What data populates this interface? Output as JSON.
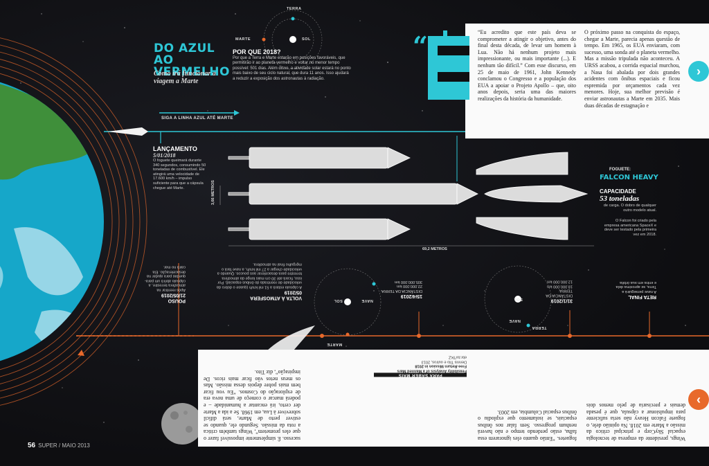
{
  "header": {
    "title": "DO AZUL AO VERMELHO",
    "subtitle": "Como irá funcionar a viagem a Marte"
  },
  "why": {
    "title": "POR QUE 2018?",
    "text": "Por que a Terra e Marte estarão em posições favoráveis, que permitirão ir ao planeta vermelho e voltar no menor tempo possível: 501 dias. Além disso, a atividade solar estará no ponto mais baixo de seu ciclo natural, que dura 11 anos. Isso ajudará a reduzir a exposição dos astronautas à radiação."
  },
  "orbit_labels": {
    "earth": "TERRA",
    "mars": "MARTE",
    "sun": "SOL"
  },
  "follow_line": "SIGA A LINHA AZUL ATÉ MARTE",
  "launch": {
    "title": "LANÇAMENTO",
    "date": "5/01/2018",
    "text": "O foguete queimará durante 340 segundos, consumindo 50 toneladas de combustível. Ele atingirá uma velocidade de 17.600 km/h – impulso suficiente para que a cápsula chegue até Marte."
  },
  "rocket": {
    "label": "FOGUETE:",
    "name": "FALCON HEAVY",
    "capacity_label": "CAPACIDADE",
    "capacity_value": "53 toneladas",
    "capacity_note": "de carga. O dobro de qualquer outro modelo atual.",
    "note": "O Falcon foi criado pela empresa americana SpaceX e deve ser testado pela primeira vez em 2018.",
    "height": "3,66 METROS",
    "length": "69,2 METROS"
  },
  "final_stretch": {
    "title": "RETA FINAL",
    "text": "A nave perseguirá a Terra, se aproxima dela e entra em sua órbita"
  },
  "arrival": {
    "date": "31/1/2019",
    "distance_label": "DISTÂNCIA DA TERRA:",
    "distance": "18.000.000 km",
    "distance2": "12.000.000 km",
    "earth": "TERRA",
    "ship": "NAVE",
    "sun": "SOL"
  },
  "mars_flyby": {
    "date": "15/4/2019",
    "distance_label": "DISTÂNCIA DA TERRA:",
    "distance": "22.000.000 km",
    "distance2": "305.000.000 km",
    "mars": "MARTE",
    "ship": "NAVE",
    "sun": "SOL"
  },
  "reentry": {
    "title": "VOLTA À ATMOSFERA",
    "date": "05/2019",
    "text": "A cápsula estará a 51 mil km/h (quase o dobro da velocidade de reentrada do ônibus espacial). Por isso, ficará até 30 cm mais longe da atmosfera terrestre para desacelerar aos poucos. Quando a velocidade chegar a 27 mil km/h, a nave fará o mergulho final na atmosfera."
  },
  "landing": {
    "title": "POUSO",
    "date": "21/05/2019",
    "text": "Após reentrar na atmosfera terrestre, a cápsula abrirá um para-quedas para ajudar na desaceleração. Ela cairá no mar."
  },
  "lower_left_text": "sucesso. É simplesmente impossível fazer o que eles prometem”, Wings também critica a rota da missão. Segundo ele, quando se estiver perto de Marte, será difícil sobreviver à Lua, em 1968. Se a ida a Marte der certo, irá encantar a humanidade – e poderá marcar o começo de uma nova era de exploração do Cosmos. “Eu vou ficar bem mais pobre depois dessa missão. Mas os meus netos vão ficar mais ricos. De inspiração”, diz Tito.",
  "box": {
    "title": "PARA SABER MAIS",
    "line1": "Feasibility Analysis of a Manned Mars",
    "line2": "Free-Return Mission in 2018",
    "line3": "Dennis Tito e outros, 2013",
    "line4": "ebr.to/TKZ"
  },
  "lower_right_text": "Wings, presidente da empresa de tecnologia espacial SkyCorp e principal crítico da missão a Marte em 2018. Na opinião dele, o foguete Falcon Heavy não seria suficiente para impulsionar a cápsula, que é pesada demais e precisaria de pelo menos dois foguetes. “Então quanto eles ignorarem essa falha, estão perdendo tempo e não haverá nenhum progresso. Sem falar nos ônibus espaciais, se isolamento que explodiu o ônibus espacial Columbia, em 2003.",
  "article": {
    "drop_cap": "E",
    "col1": "“Eu acredito que este país deva se comprometer a atingir o objetivo, antes do final desta década, de levar um homem à Lua. Não há nenhum projeto mais impressionante, ou mais importante (...). E nenhum tão difícil.” Com esse discurso, em 25 de maio de 1961, John Kennedy conclamou o Congresso e a população dos EUA a apoiar o Projeto Apollo – que, oito anos depois, seria uma das maiores realizações da história da humanidade.",
    "col2": "O próximo passo na conquista do espaço, chegar a Marte, parecia apenas questão de tempo. Em 1965, os EUA enviaram, com sucesso, uma sonda até o planeta vermelho. Mas a missão tripulada não aconteceu. A URSS acabou, a corrida espacial murchou, a Nasa foi abalada por dois grandes acidentes com ônibus espaciais e ficou espremida por orçamentos cada vez menores. Hoje, sua melhor previsão é enviar astronautas a Marte em 2035. Mais duas décadas de estagnação e"
  },
  "footer": {
    "page": "56",
    "mag": "SUPER / MAIO 2013"
  },
  "colors": {
    "cyan": "#2ec7d6",
    "orange": "#e8692b",
    "background": "#0f0f12"
  }
}
